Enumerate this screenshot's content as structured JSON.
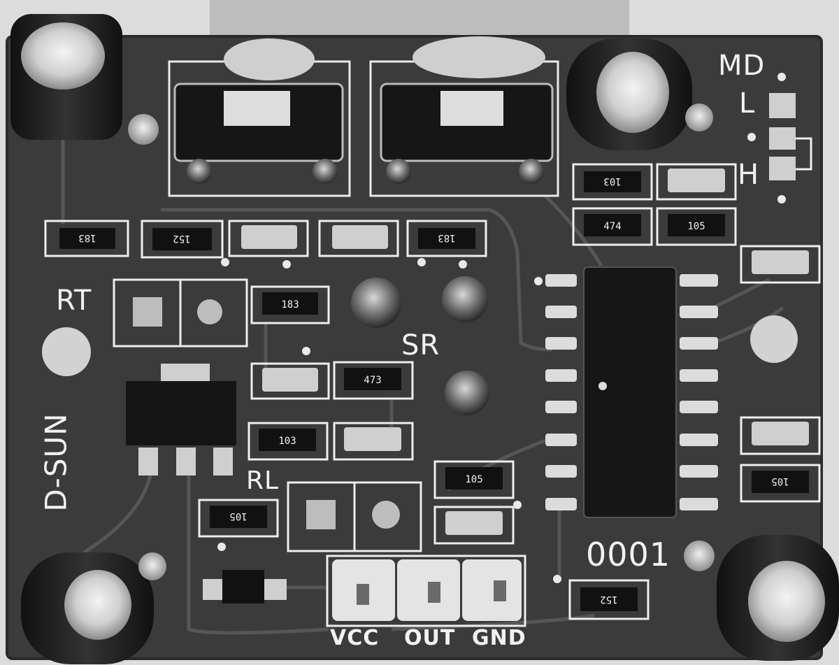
{
  "board": {
    "brand": "D-SUN",
    "mode_header": "MD",
    "mode_low": "L",
    "mode_high": "H",
    "pot_time": "RT",
    "pot_sensitivity": "SR",
    "light_resistor": "RL",
    "serial": "0001"
  },
  "pins": [
    {
      "label": "VCC"
    },
    {
      "label": "OUT"
    },
    {
      "label": "GND"
    }
  ],
  "resistor_codes": [
    "183",
    "152",
    "183",
    "474",
    "105",
    "183",
    "473",
    "103",
    "105",
    "105",
    "105",
    "152",
    "103"
  ],
  "colors": {
    "pcb": "#3b3b3b",
    "silkscreen": "#f2f2f2",
    "background": "#dcdcdc"
  }
}
